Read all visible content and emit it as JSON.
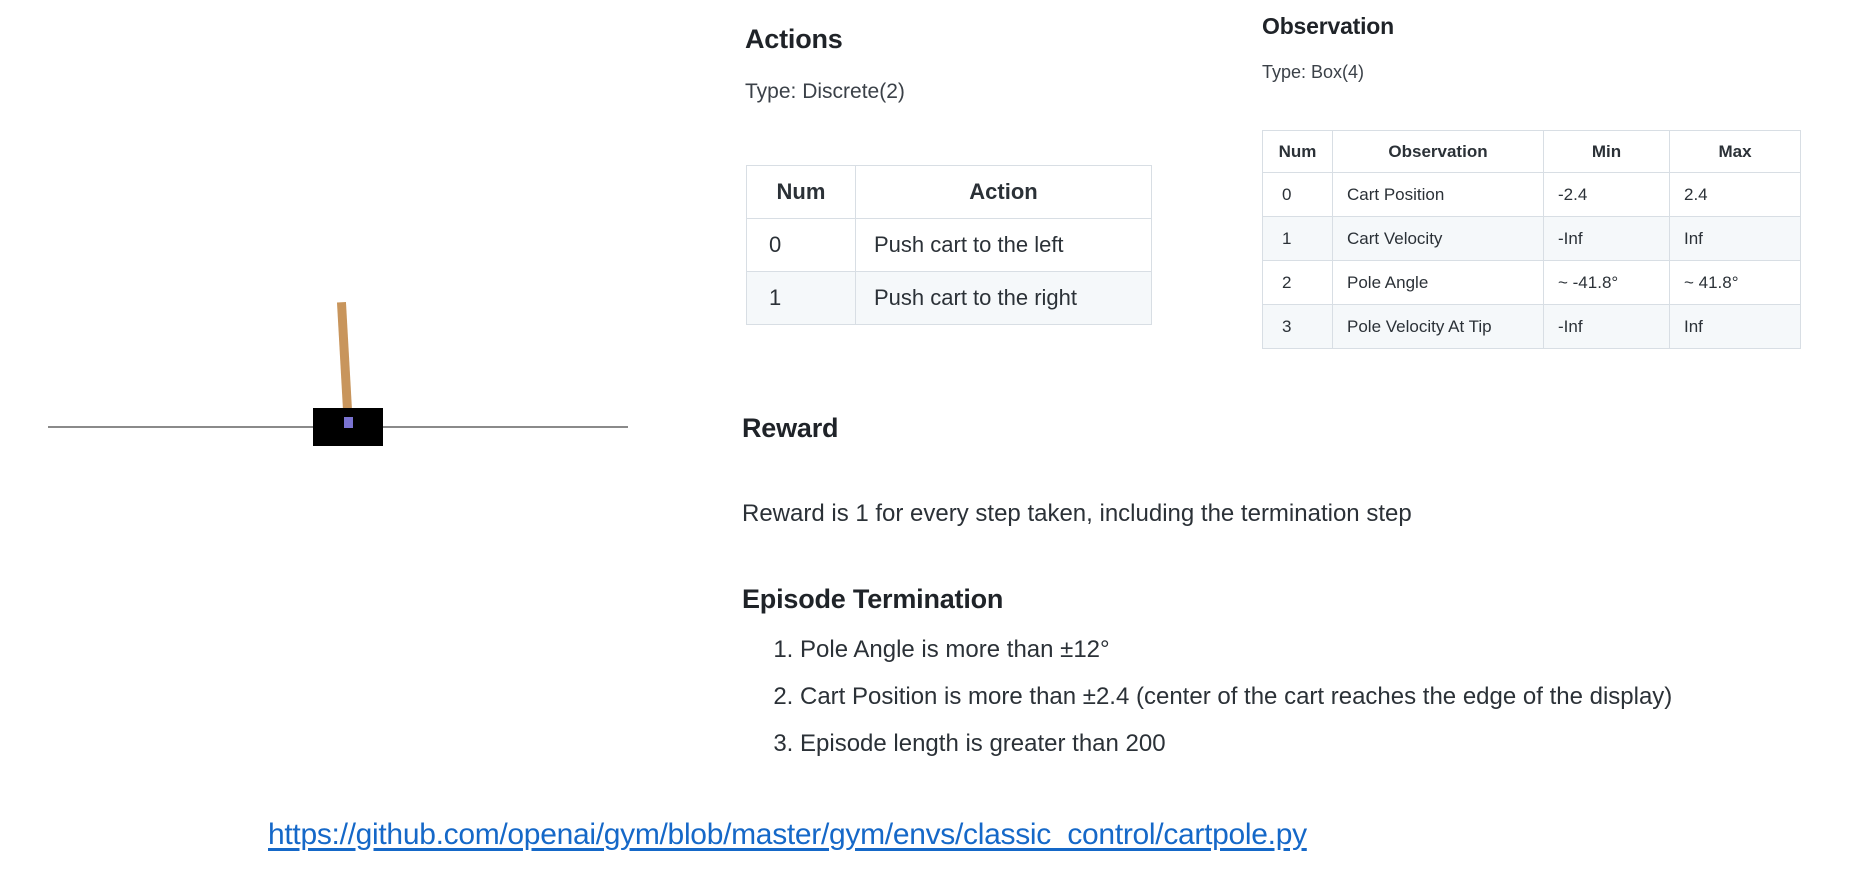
{
  "simulation": {
    "name": "cartpole-environment-render",
    "colors": {
      "cart": "#000000",
      "pole": "#c8955c",
      "track": "#8a8a8a",
      "axle": "#7a73d1"
    }
  },
  "actions": {
    "heading": "Actions",
    "type_label": "Type: Discrete(2)",
    "table": {
      "columns": [
        "Num",
        "Action"
      ],
      "rows": [
        [
          "0",
          "Push cart to the left"
        ],
        [
          "1",
          "Push cart to the right"
        ]
      ]
    }
  },
  "observation": {
    "heading": "Observation",
    "type_label": "Type: Box(4)",
    "table": {
      "columns": [
        "Num",
        "Observation",
        "Min",
        "Max"
      ],
      "rows": [
        [
          "0",
          "Cart Position",
          "-2.4",
          "2.4"
        ],
        [
          "1",
          "Cart Velocity",
          "-Inf",
          "Inf"
        ],
        [
          "2",
          "Pole Angle",
          "~ -41.8°",
          "~ 41.8°"
        ],
        [
          "3",
          "Pole Velocity At Tip",
          "-Inf",
          "Inf"
        ]
      ]
    }
  },
  "reward": {
    "heading": "Reward",
    "text": "Reward is 1 for every step taken, including the termination step"
  },
  "termination": {
    "heading": "Episode Termination",
    "items": [
      "Pole Angle is more than ±12°",
      "Cart Position is more than ±2.4 (center of the cart reaches the edge of the display)",
      "Episode length is greater than 200"
    ]
  },
  "source": {
    "url_text": "https://github.com/openai/gym/blob/master/gym/envs/classic_control/cartpole.py",
    "color": "#1568c8"
  }
}
